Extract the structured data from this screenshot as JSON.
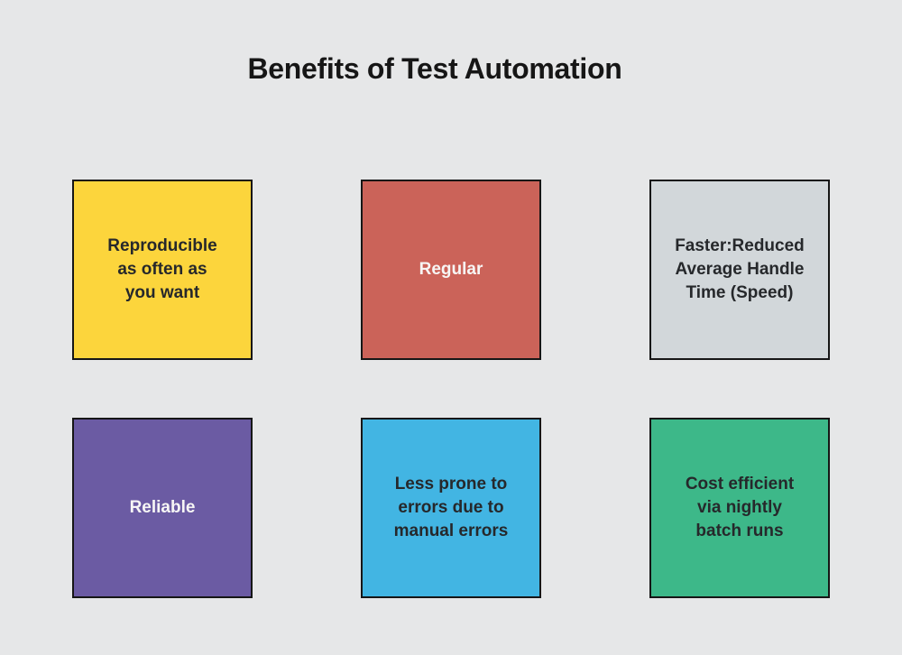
{
  "title": "Benefits of Test Automation",
  "canvas": {
    "background": "#e6e7e8",
    "border_color": "#161616",
    "title_color": "#161616"
  },
  "cards": [
    {
      "label": "Reproducible\nas often as\nyou want",
      "bg": "#fcd53c",
      "text_color": "#26282b"
    },
    {
      "label": "Regular",
      "bg": "#cb6359",
      "text_color": "#f7f6f5"
    },
    {
      "label": "Faster:Reduced\nAverage Handle\nTime (Speed)",
      "bg": "#d2d7da",
      "text_color": "#26282b"
    },
    {
      "label": "Reliable",
      "bg": "#6b5ba3",
      "text_color": "#f7f6f5"
    },
    {
      "label": "Less prone to\nerrors due to\nmanual errors",
      "bg": "#42b5e3",
      "text_color": "#26282b"
    },
    {
      "label": "Cost efficient\nvia nightly\nbatch runs",
      "bg": "#3db889",
      "text_color": "#26282b"
    }
  ]
}
